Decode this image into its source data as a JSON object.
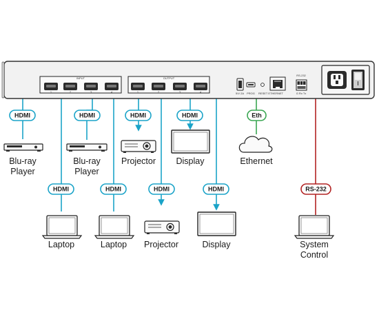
{
  "colors": {
    "hdmi_line": "#1aa3c8",
    "eth_line": "#3aa652",
    "rs232_line": "#b22222",
    "chassis_fill": "#f2f2f2",
    "chassis_stroke": "#333333"
  },
  "device": {
    "input_section_label": "INPUT",
    "output_section_label": "OUTPUT",
    "input_port_numbers": [
      "1",
      "2",
      "3",
      "4"
    ],
    "output_port_numbers": [
      "1",
      "2",
      "3",
      "4"
    ],
    "usb_label": "5V/ 2A",
    "prog_label": "PROG",
    "reset_ethernet_label": "RESET   ETHERNET",
    "rs232_port_label": "RS-232",
    "rs232_pins_label": "G Rx Tx"
  },
  "badges": {
    "hdmi": "HDMI",
    "eth": "Eth",
    "rs232": "RS-232"
  },
  "devices": {
    "bluray1": [
      "Blu-ray",
      "Player"
    ],
    "bluray2": [
      "Blu-ray",
      "Player"
    ],
    "projector1": "Projector",
    "display1": "Display",
    "ethernet": "Ethernet",
    "laptop1": "Laptop",
    "laptop2": "Laptop",
    "projector2": "Projector",
    "display2": "Display",
    "system_control": [
      "System",
      "Control"
    ]
  }
}
